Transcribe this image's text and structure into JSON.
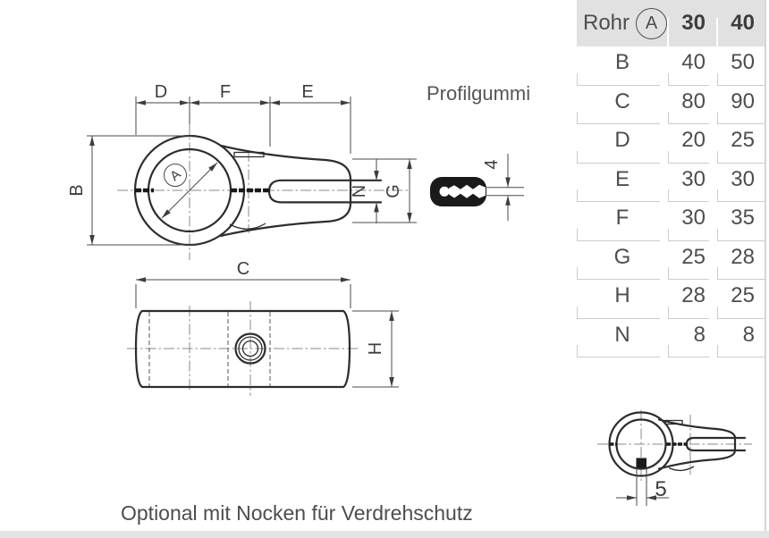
{
  "page": {
    "profile_label": "Profilgummi",
    "caption": "Optional mit Nocken für Verdrehschutz"
  },
  "table": {
    "header": {
      "label": "Rohr",
      "badge": "A",
      "col_30": "30",
      "col_40": "40"
    },
    "rows": [
      {
        "label": "B",
        "v30": "40",
        "v40": "50"
      },
      {
        "label": "C",
        "v30": "80",
        "v40": "90"
      },
      {
        "label": "D",
        "v30": "20",
        "v40": "25"
      },
      {
        "label": "E",
        "v30": "30",
        "v40": "30"
      },
      {
        "label": "F",
        "v30": "30",
        "v40": "35"
      },
      {
        "label": "G",
        "v30": "25",
        "v40": "28"
      },
      {
        "label": "H",
        "v30": "28",
        "v40": "25"
      },
      {
        "label": "N",
        "v30": "8",
        "v40": "8"
      }
    ]
  },
  "dims": {
    "top": {
      "d": "D",
      "f": "F",
      "e": "E",
      "b": "B",
      "n": "N",
      "g": "G",
      "a": "A"
    },
    "side": {
      "c": "C",
      "h": "H"
    },
    "profile": {
      "t": "4"
    },
    "nocken": {
      "t": "5"
    }
  },
  "colors": {
    "header_bg": "#e1e1e1",
    "table_line": "#cccccc",
    "text": "#4d4d4d",
    "object_line": "#2d2d2d",
    "dim_line": "#4a4a4a",
    "center_line": "#8a8a8a",
    "rubber_fill": "#1a1a1a"
  }
}
